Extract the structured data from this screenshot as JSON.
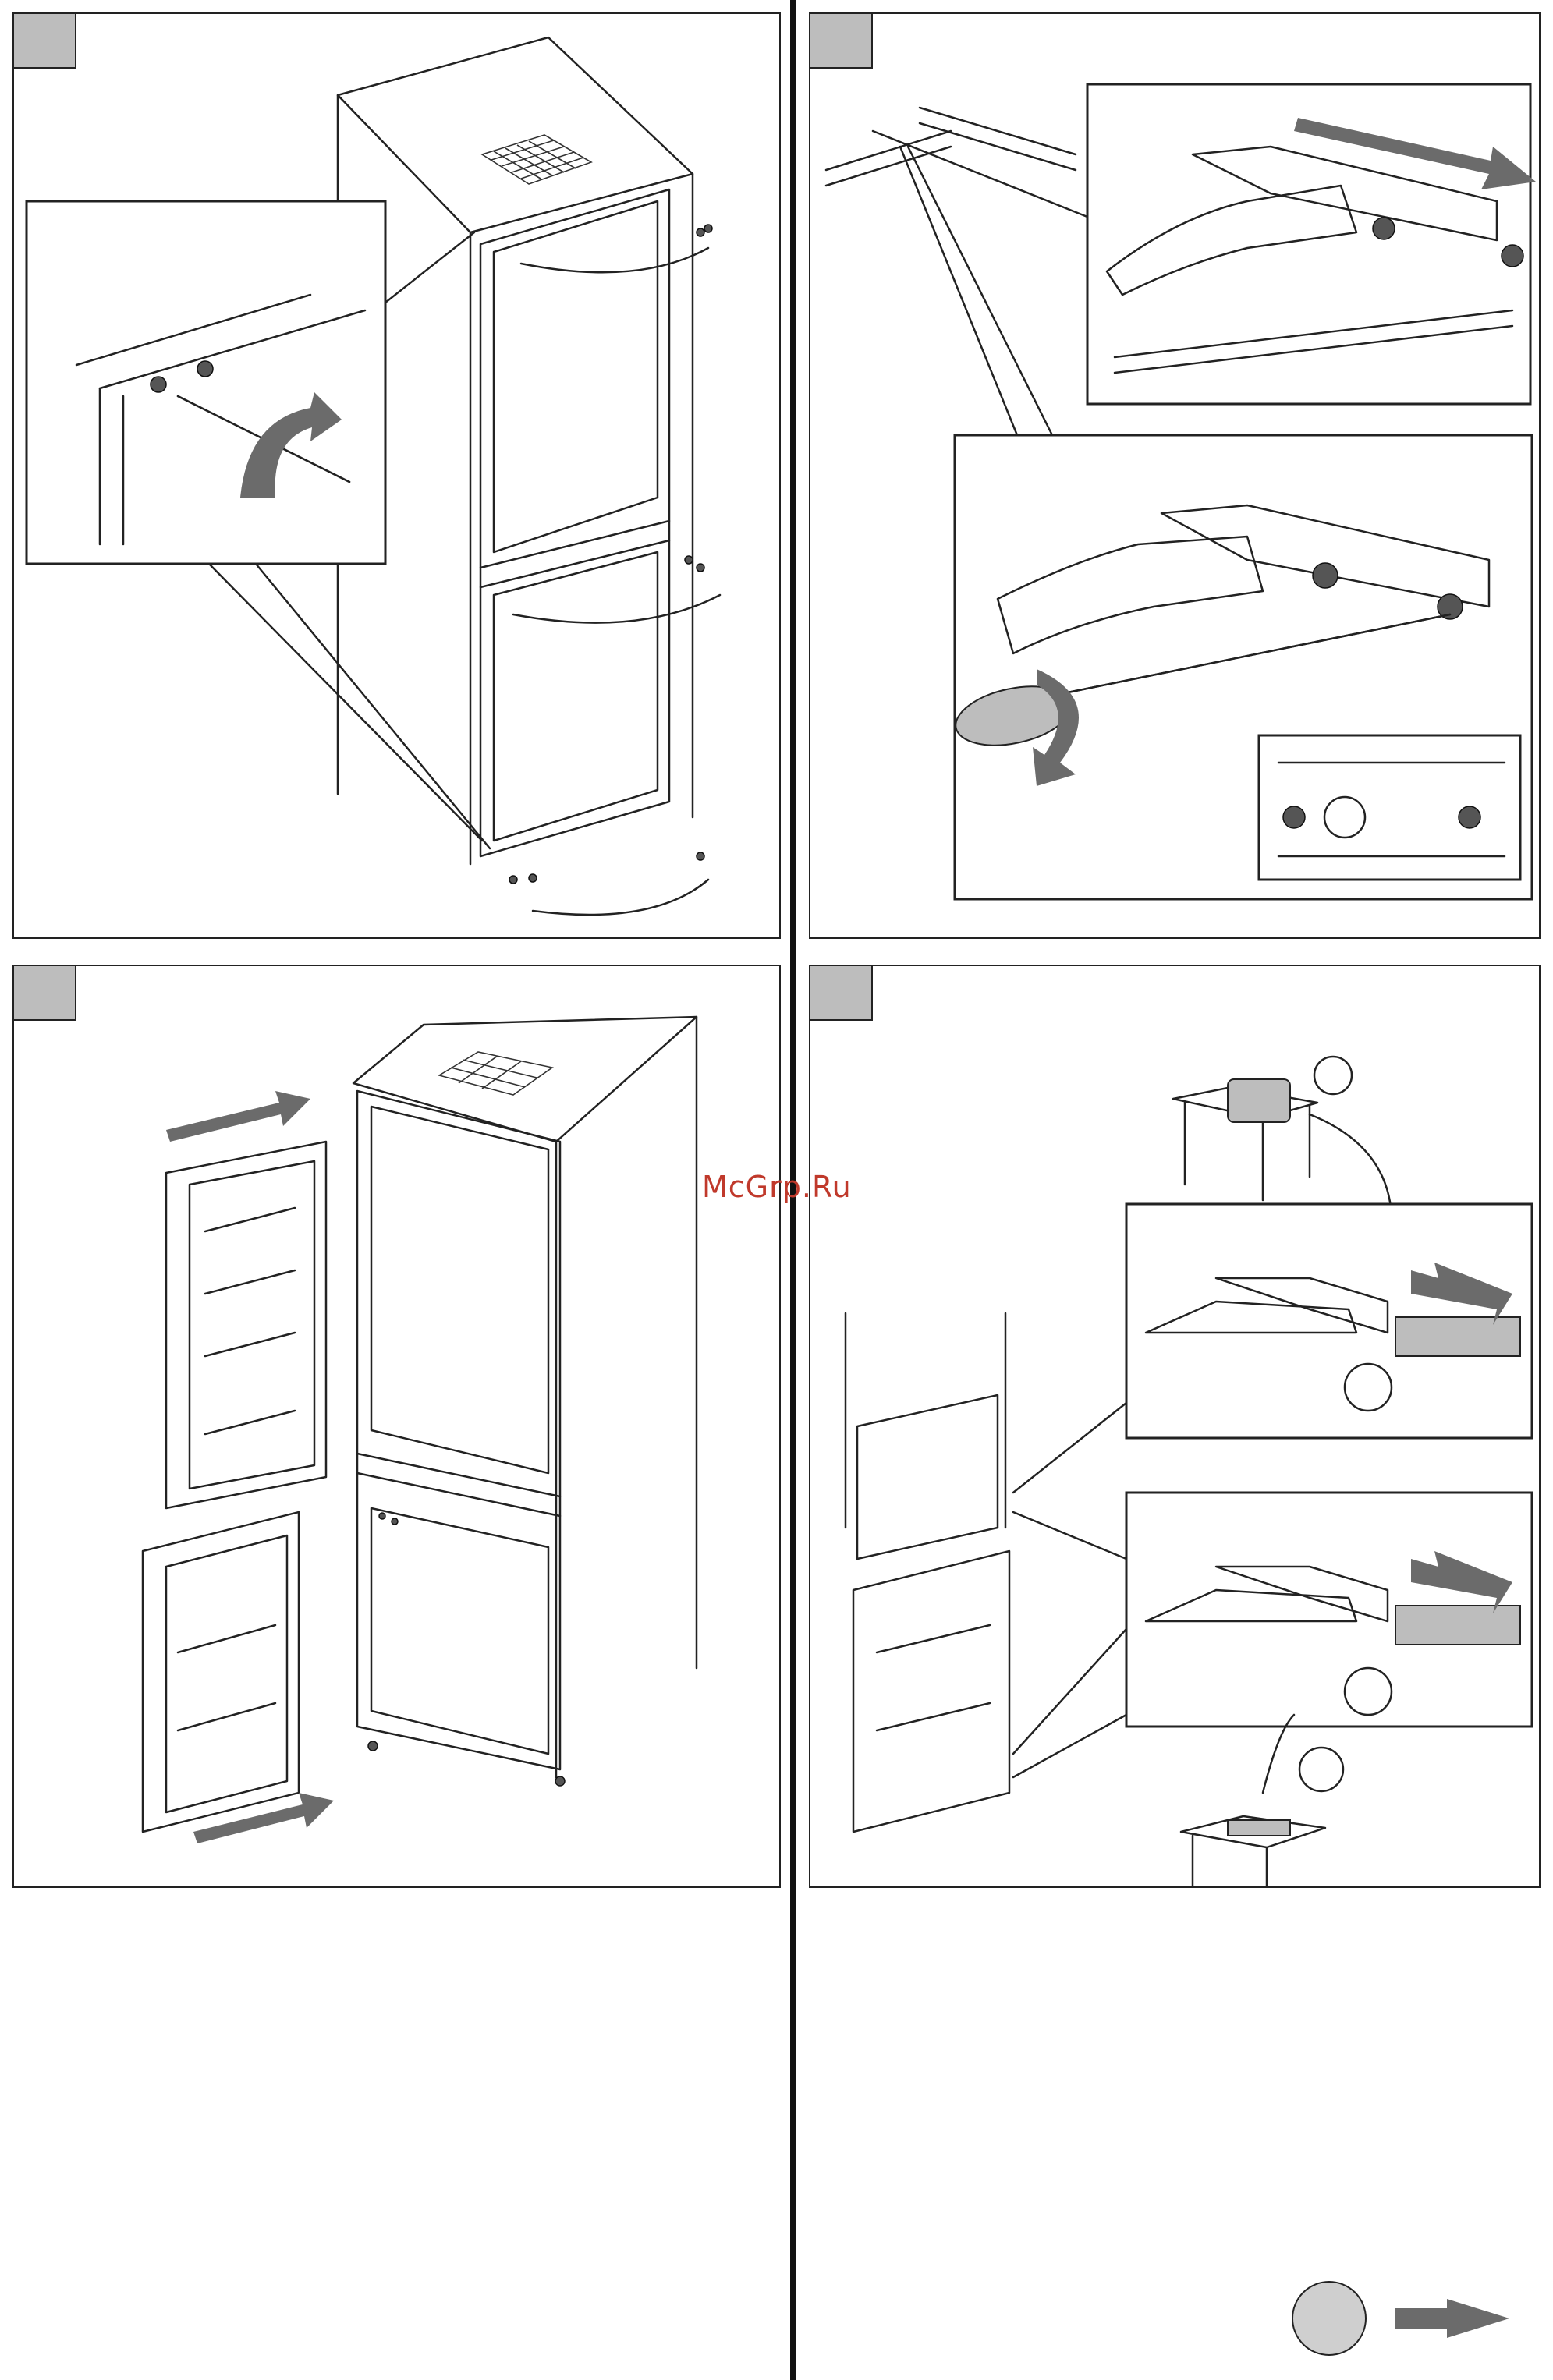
{
  "watermark": {
    "text": "McGrp.Ru",
    "color": "#c0392b"
  },
  "panels": [
    {
      "id": "step-1",
      "badge_color": "#bdbdbd"
    },
    {
      "id": "step-2",
      "badge_color": "#bdbdbd"
    },
    {
      "id": "step-3",
      "badge_color": "#bdbdbd"
    },
    {
      "id": "step-4",
      "badge_color": "#bdbdbd"
    }
  ],
  "colors": {
    "arrow": "#6b6b6b",
    "badge": "#bdbdbd",
    "line": "#222222"
  },
  "icons": {
    "next_page_circle": "circle-icon",
    "next_page_arrow": "arrow-right-icon"
  }
}
